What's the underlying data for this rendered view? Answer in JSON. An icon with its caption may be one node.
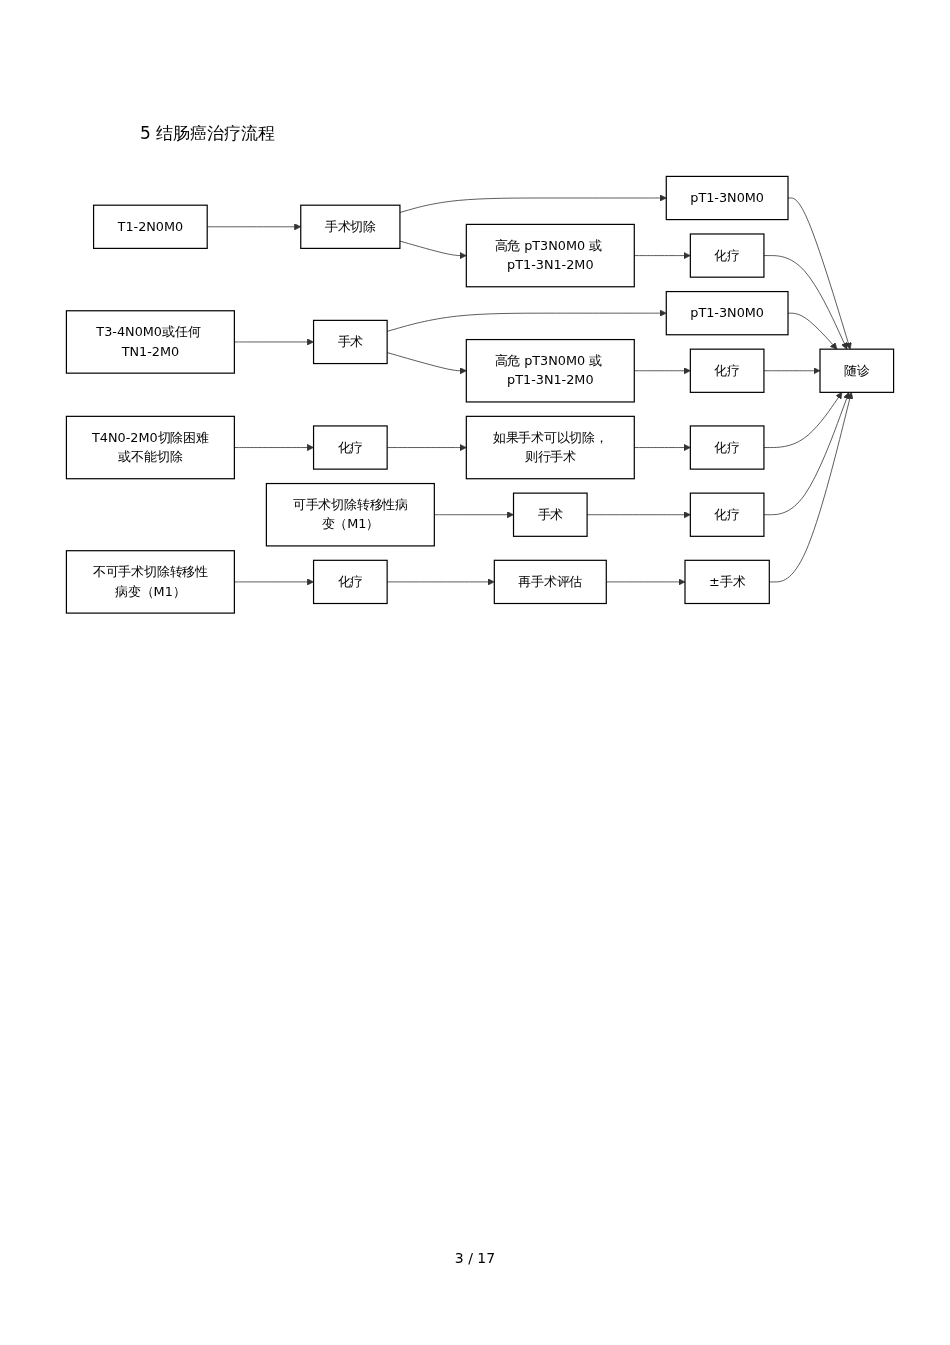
{
  "diagram": {
    "title": "5 结肠癌治疗流程",
    "nodes": [
      {
        "text": [
          "T1-2N0M0"
        ]
      },
      {
        "text": [
          "手术切除"
        ]
      },
      {
        "text": [
          "pT1-3N0M0"
        ]
      },
      {
        "text": [
          "高危 pT3N0M0 或 pT1-3N1-2M0"
        ]
      },
      {
        "text": [
          "化疗"
        ]
      },
      {
        "text": [
          "T3-4N0M0或任何 TN1-2M0"
        ]
      },
      {
        "text": [
          "手术"
        ]
      },
      {
        "text": [
          "pT1-3N0M0"
        ]
      },
      {
        "text": [
          "高危 pT3N0M0 或 pT1-3N1-2M0"
        ]
      },
      {
        "text": [
          "化疗"
        ]
      },
      {
        "text": [
          "T4N0-2M0切除困难或不能切除"
        ]
      },
      {
        "text": [
          "化疗"
        ]
      },
      {
        "text": [
          "如果手术可以切除，则行手术"
        ]
      },
      {
        "text": [
          "化疗"
        ]
      },
      {
        "text": [
          "可手术切除转移性病变（M1）"
        ]
      },
      {
        "text": [
          "手术"
        ]
      },
      {
        "text": [
          "化疗"
        ]
      },
      {
        "text": [
          "不可手术切除转移性病变（M1）"
        ]
      },
      {
        "text": [
          "化疗"
        ]
      },
      {
        "text": [
          "再手术评估"
        ]
      },
      {
        "text": [
          "±手术"
        ]
      },
      {
        "text": [
          "随诊"
        ]
      }
    ],
    "edges": [
      {
        "from": 0,
        "to": 1,
        "arrow": "to"
      },
      {
        "from": 1,
        "to": 2,
        "arrow": "to"
      },
      {
        "from": 1,
        "to": 3,
        "arrow": "to"
      },
      {
        "from": 2,
        "to": 21,
        "arrow": "to"
      },
      {
        "from": 3,
        "to": 4,
        "arrow": "to"
      },
      {
        "from": 4,
        "to": 21,
        "arrow": "to"
      },
      {
        "from": 5,
        "to": 6,
        "arrow": "to"
      },
      {
        "from": 6,
        "to": 7,
        "arrow": "to"
      },
      {
        "from": 6,
        "to": 8,
        "arrow": "to"
      },
      {
        "from": 7,
        "to": 21,
        "arrow": "to"
      },
      {
        "from": 8,
        "to": 9,
        "arrow": "to"
      },
      {
        "from": 9,
        "to": 21,
        "arrow": "to"
      },
      {
        "from": 10,
        "to": 11,
        "arrow": "to"
      },
      {
        "from": 11,
        "to": 12,
        "arrow": "to"
      },
      {
        "from": 12,
        "to": 13,
        "arrow": "to"
      },
      {
        "from": 13,
        "to": 21,
        "arrow": "to"
      },
      {
        "from": 14,
        "to": 15,
        "arrow": "to"
      },
      {
        "from": 15,
        "to": 16,
        "arrow": "to"
      },
      {
        "from": 16,
        "to": 21,
        "arrow": "to"
      },
      {
        "from": 17,
        "to": 18,
        "arrow": "to"
      },
      {
        "from": 18,
        "to": 19,
        "arrow": "to"
      },
      {
        "from": 19,
        "to": 20,
        "arrow": "to"
      },
      {
        "from": 20,
        "to": 21,
        "arrow": "to"
      }
    ],
    "labels": [
      "3 / 17"
    ]
  }
}
